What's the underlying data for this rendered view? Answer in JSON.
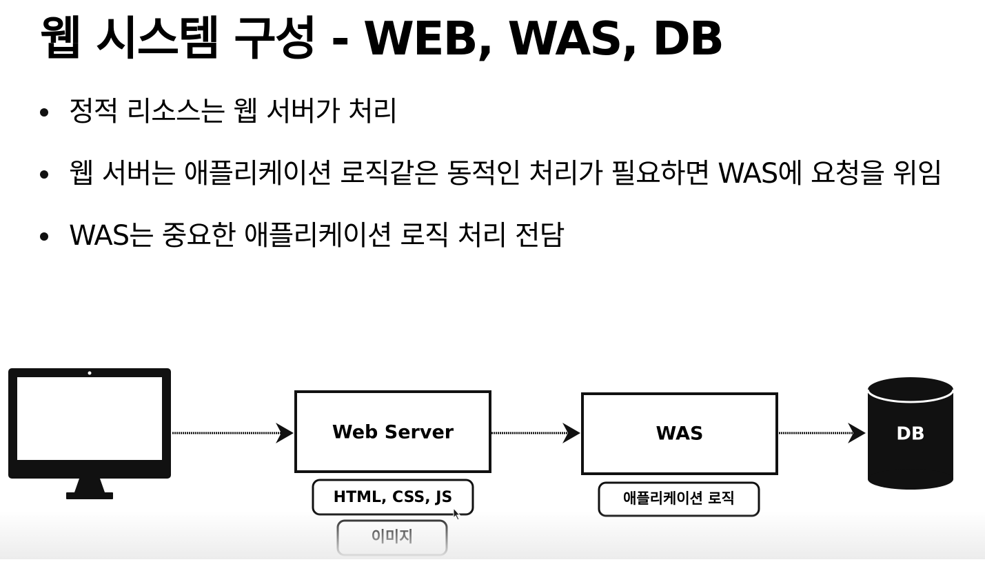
{
  "slide": {
    "title": "웹 시스템 구성 - WEB, WAS, DB",
    "bullets": [
      "정적 리소스는 웹 서버가 처리",
      "웹 서버는 애플리케이션 로직같은 동적인 처리가 필요하면 WAS에 요청을 위임",
      "WAS는 중요한 애플리케이션 로직 처리 전담"
    ]
  },
  "diagram": {
    "client_icon": "computer-monitor-icon",
    "db_icon": "database-cylinder-icon",
    "web_server": {
      "label": "Web Server",
      "notes": [
        "HTML, CSS, JS",
        "이미지"
      ]
    },
    "was": {
      "label": "WAS",
      "notes": [
        "애플리케이션 로직"
      ]
    },
    "db": {
      "label": "DB"
    }
  }
}
